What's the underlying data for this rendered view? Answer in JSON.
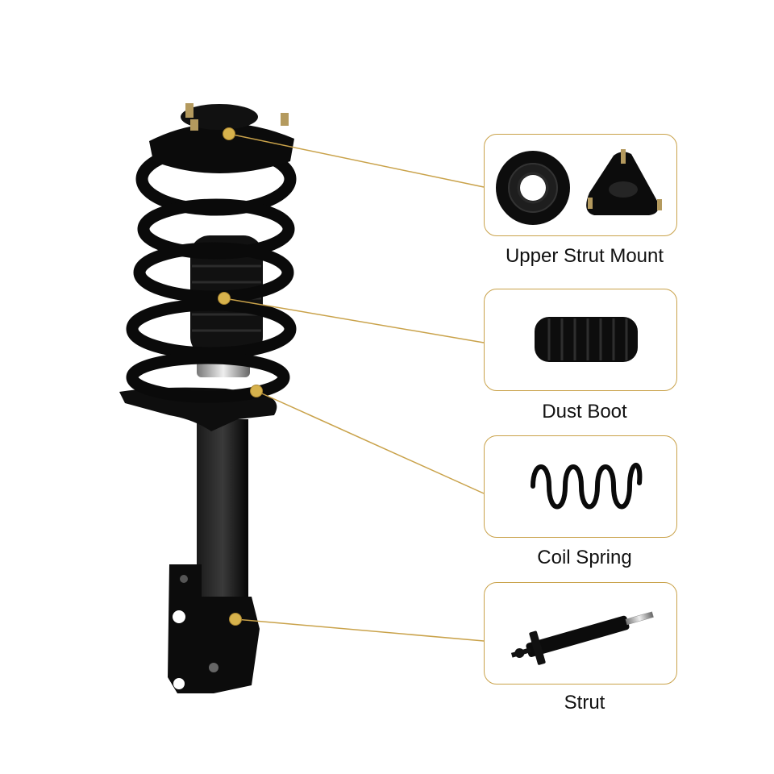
{
  "colors": {
    "accent": "#c9a24a",
    "parts": "#0c0c0c",
    "background": "#ffffff"
  },
  "components": [
    {
      "id": "upper-strut-mount",
      "label": "Upper Strut Mount",
      "icon": "upper-strut-mount-icon"
    },
    {
      "id": "dust-boot",
      "label": "Dust Boot",
      "icon": "dust-boot-icon"
    },
    {
      "id": "coil-spring",
      "label": "Coil Spring",
      "icon": "coil-spring-icon"
    },
    {
      "id": "strut",
      "label": "Strut",
      "icon": "strut-icon"
    }
  ]
}
